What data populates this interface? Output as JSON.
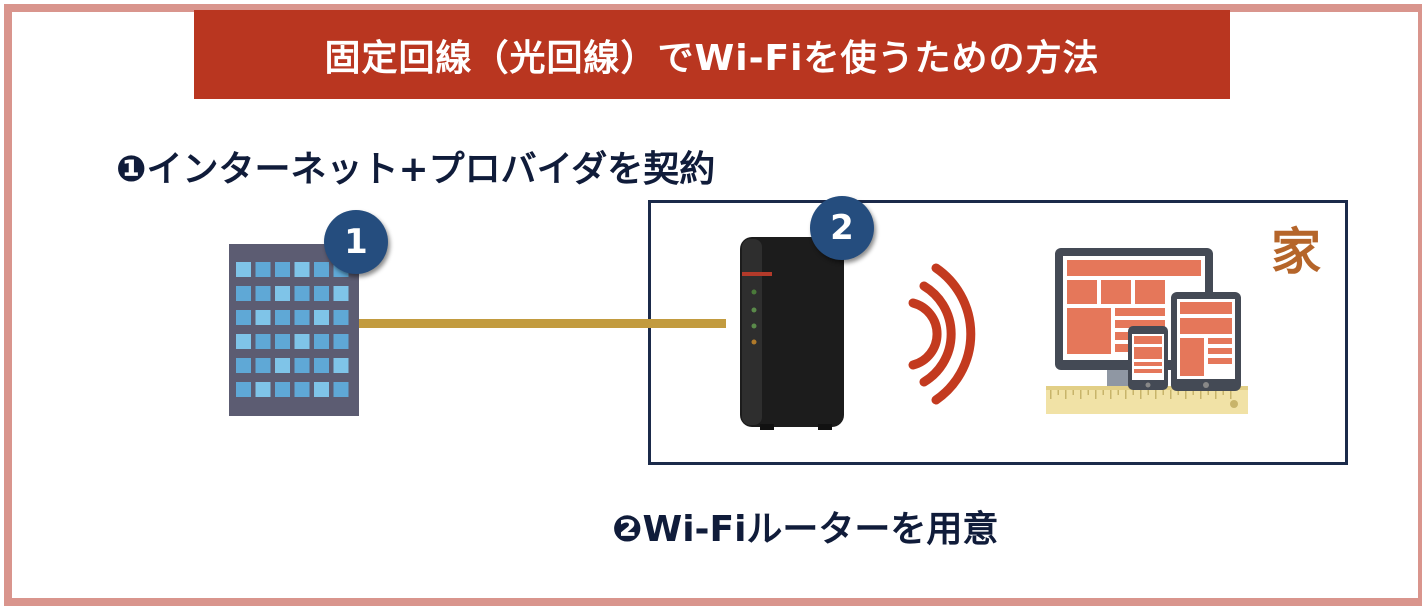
{
  "title": "固定回線（光回線）でWi-Fiを使うための方法",
  "step1": "❶インターネット+プロバイダを契約",
  "step2": "❷Wi-Fiルーターを用意",
  "home_label": "家",
  "badge1": "1",
  "badge2": "2",
  "colors": {
    "title_bg": "#b93620",
    "border": "#d9958d",
    "badge": "#254d7e",
    "cable": "#c29b3f",
    "wifi": "#c33a1f",
    "home_label": "#b5652a",
    "text": "#101c3a"
  },
  "icons": {
    "building": "office-building-icon",
    "router": "wifi-router-icon",
    "wifi": "wifi-signal-icon",
    "devices": "devices-icon"
  }
}
